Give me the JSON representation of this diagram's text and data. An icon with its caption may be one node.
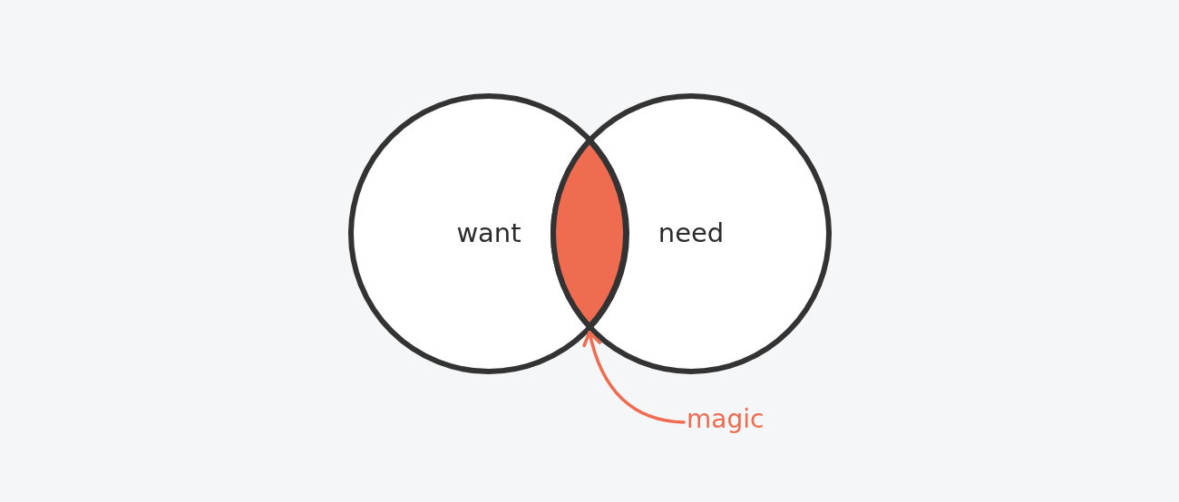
{
  "diagram": {
    "nodes": [
      {
        "text": [
          "want"
        ]
      },
      {
        "text": [
          "need"
        ]
      },
      {
        "text": [],
        "shape": "lens"
      },
      {
        "text": [
          "magic"
        ]
      }
    ],
    "edges": [
      {
        "from": 3,
        "to": 2,
        "arrow": "to"
      }
    ]
  }
}
